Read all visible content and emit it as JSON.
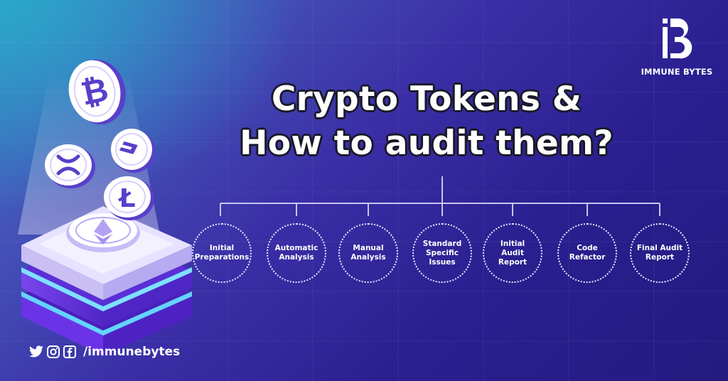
{
  "title": {
    "line1": "Crypto Tokens &",
    "line2": "How to audit them?"
  },
  "brand": {
    "name": "IMMUNE BYTES"
  },
  "steps": [
    {
      "label": "Initial\nPreparations"
    },
    {
      "label": "Automatic\nAnalysis"
    },
    {
      "label": "Manual\nAnalysis"
    },
    {
      "label": "Standard\nSpecific\nIssues"
    },
    {
      "label": "Initial\nAudit\nReport"
    },
    {
      "label": "Code\nRefactor"
    },
    {
      "label": "Final Audit\nReport"
    }
  ],
  "social": {
    "handle": "/immunebytes",
    "icons": [
      "twitter-icon",
      "instagram-icon",
      "facebook-icon"
    ]
  },
  "colors": {
    "line": "#c9c3f2",
    "coin_face": "#ffffff",
    "coin_accent": "#5a3fc9",
    "platform_purple": "#6c3fe0",
    "platform_glow": "#5fd0ff"
  }
}
